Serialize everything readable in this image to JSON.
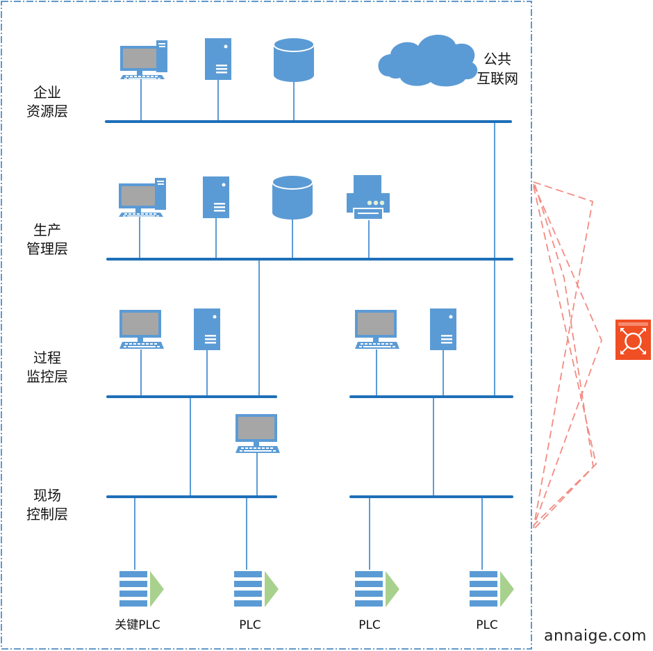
{
  "layers": [
    {
      "id": "enterprise",
      "line1": "企业",
      "line2": "资源层"
    },
    {
      "id": "production",
      "line1": "生产",
      "line2": "管理层"
    },
    {
      "id": "process",
      "line1": "过程",
      "line2": "监控层"
    },
    {
      "id": "field",
      "line1": "现场",
      "line2": "控制层"
    }
  ],
  "cloud": {
    "line1": "公共",
    "line2": "互联网"
  },
  "plcs": [
    {
      "label": "关键PLC"
    },
    {
      "label": "PLC"
    },
    {
      "label": "PLC"
    },
    {
      "label": "PLC"
    }
  ],
  "watermark": "annaige.com",
  "colors": {
    "network": "#1e6fb8",
    "device": "#5b9bd5",
    "screen": "#a6a6a6",
    "plc_arrow": "#a9d18e",
    "firewall": "#f04e23",
    "attack_path": "#f28b82",
    "boundary": "#2e75b6"
  },
  "icons": {
    "computer": "computer-icon",
    "server": "server-icon",
    "database": "database-icon",
    "printer": "printer-icon",
    "cloud": "cloud-icon",
    "plc": "plc-icon",
    "firewall": "firewall-icon"
  }
}
